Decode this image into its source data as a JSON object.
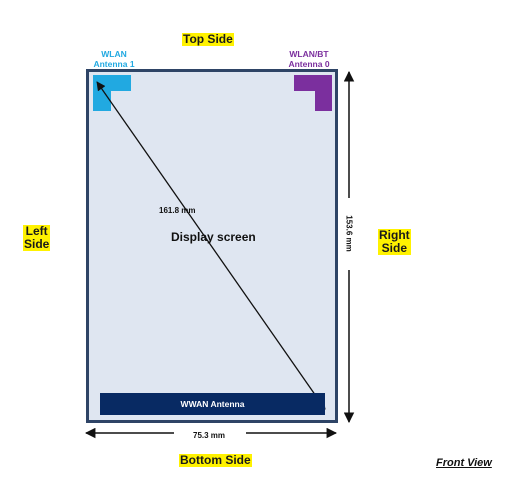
{
  "sides": {
    "top": "Top Side",
    "bottom": "Bottom Side",
    "left_line1": "Left",
    "left_line2": "Side",
    "right_line1": "Right",
    "right_line2": "Side"
  },
  "antennas": {
    "wlan1_line1": "WLAN",
    "wlan1_line2": "Antenna 1",
    "wlanbt0_line1": "WLAN/BT",
    "wlanbt0_line2": "Antenna 0",
    "wwan": "WWAN Antenna"
  },
  "screen_label": "Display screen",
  "dimensions": {
    "diagonal": "161.8 mm",
    "height": "153.6 mm",
    "width": "75.3 mm"
  },
  "view_label": "Front View",
  "colors": {
    "wlan1": "#21a9e1",
    "wlanbt0": "#7b2f9e",
    "wwan": "#082a63",
    "device_border": "#2e4466",
    "screen": "#dfe6f1",
    "highlight": "#fff200"
  }
}
